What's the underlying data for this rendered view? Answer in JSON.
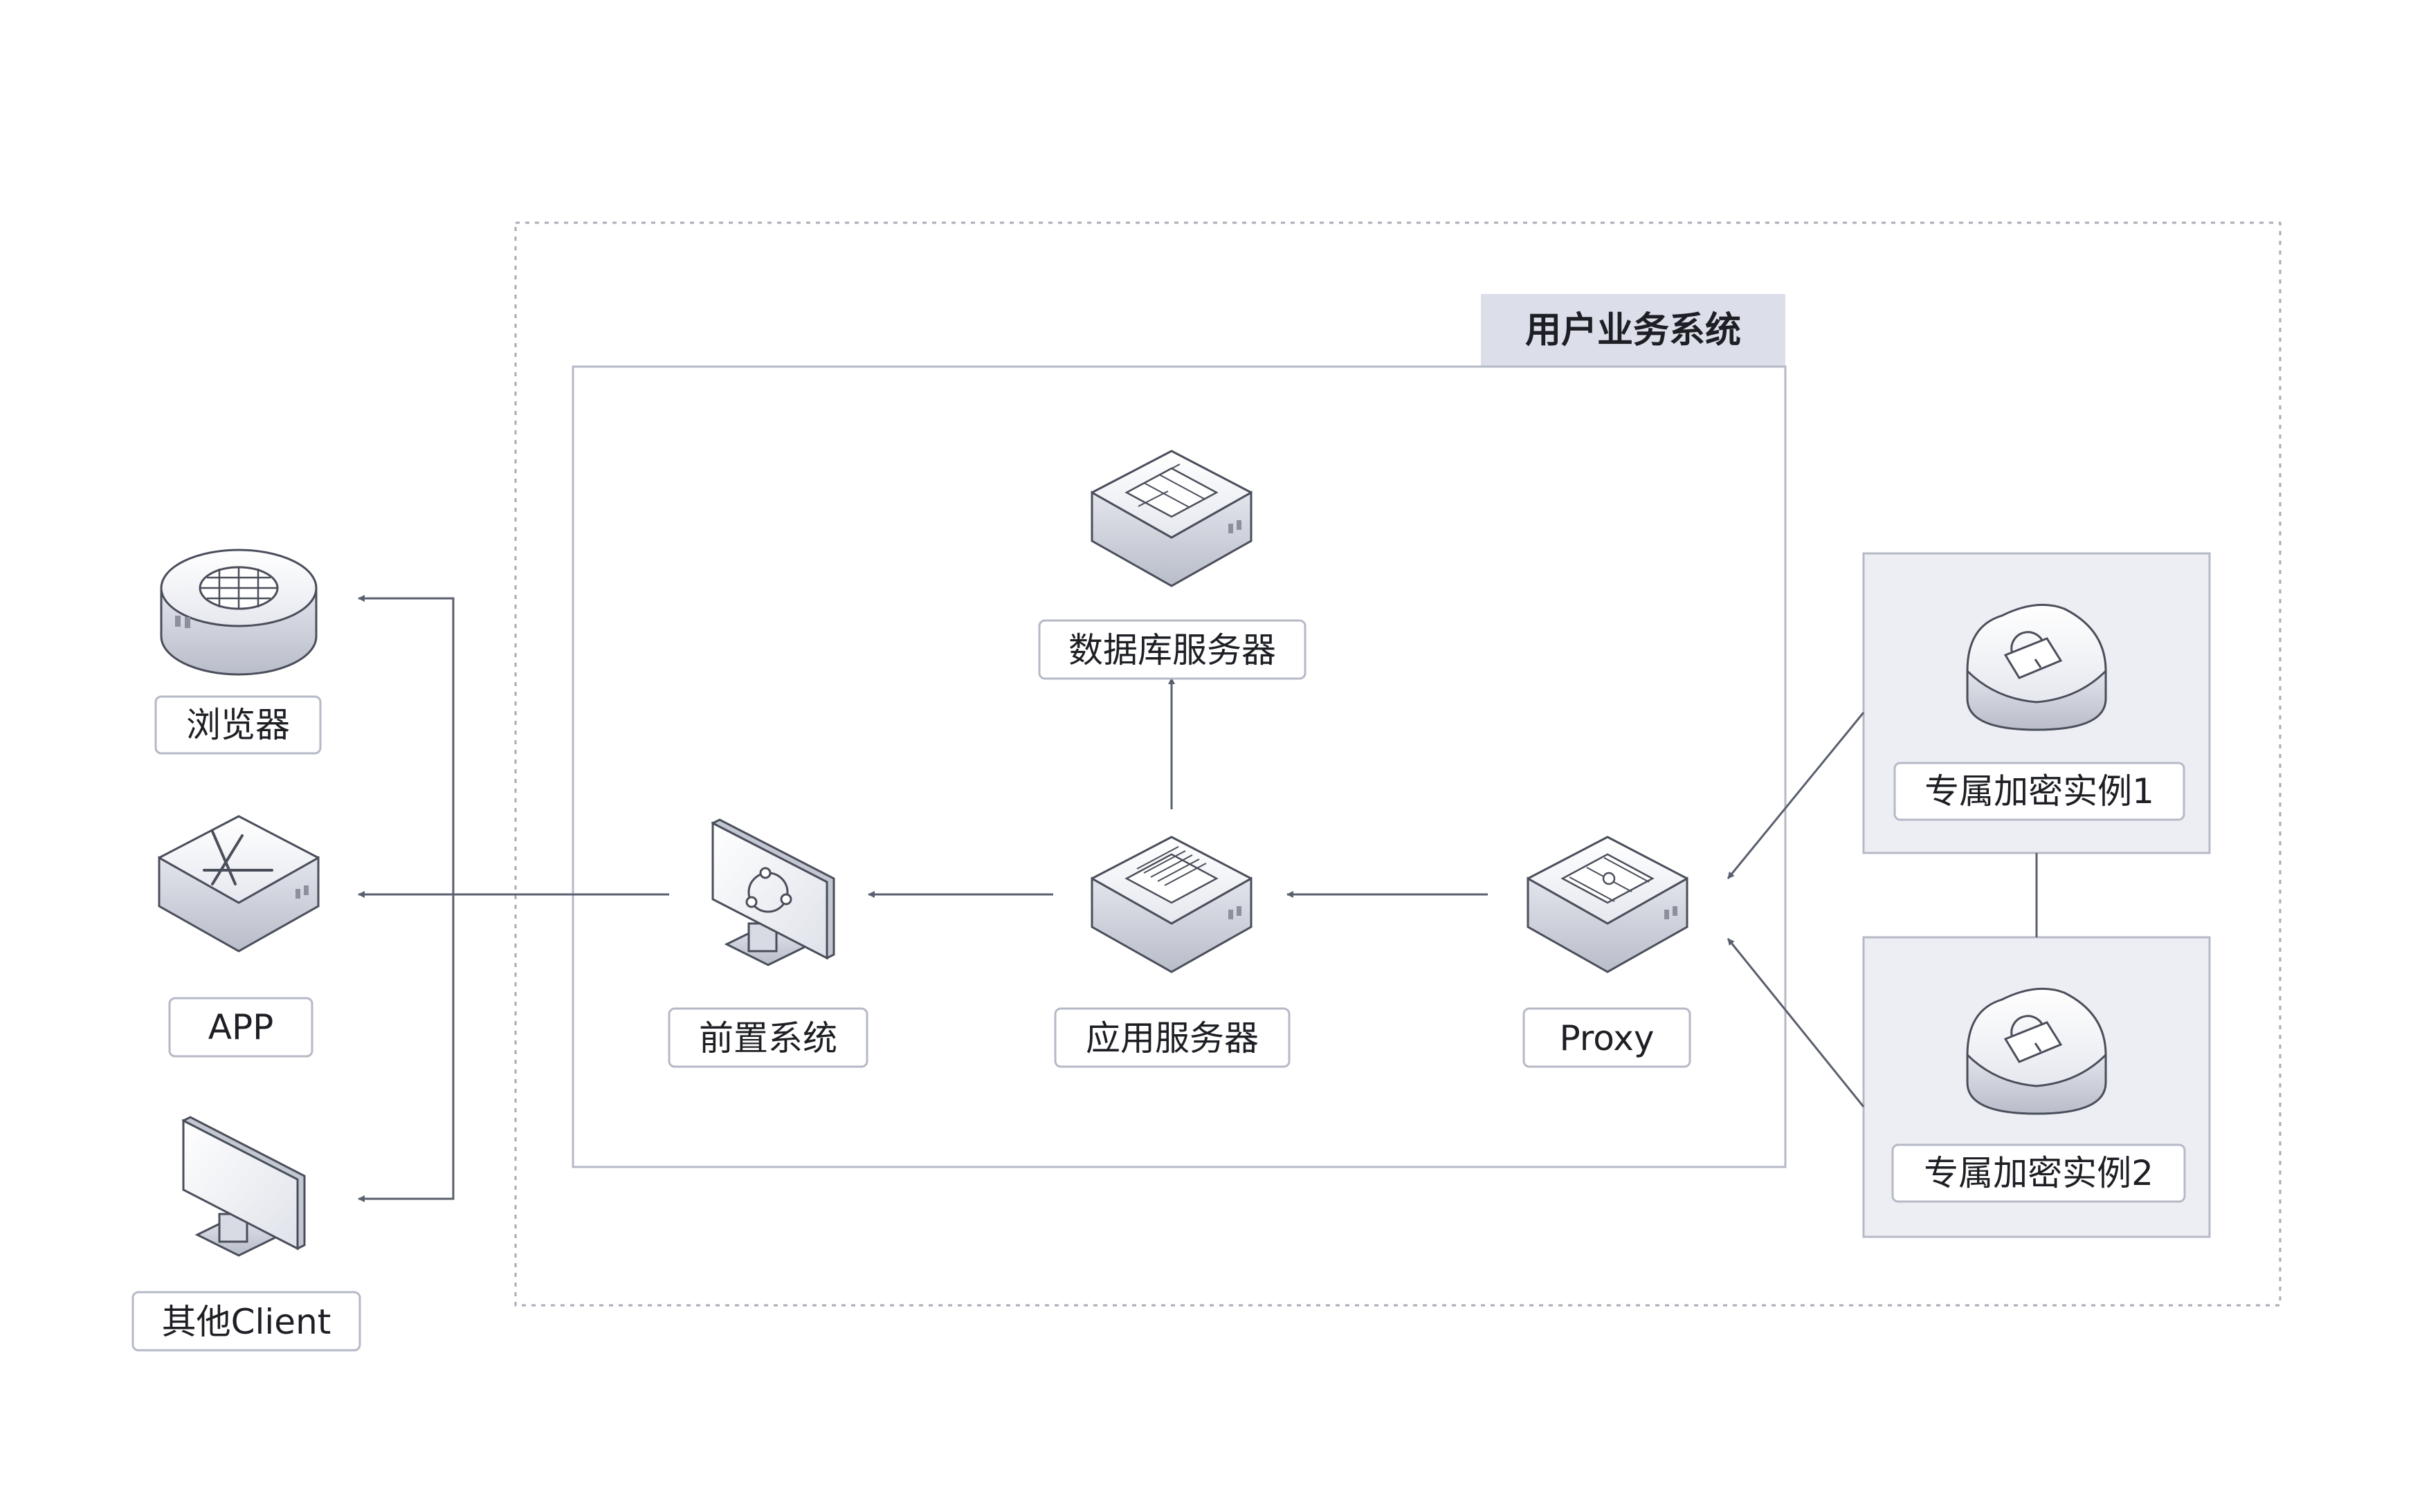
{
  "diagram": {
    "system_title": "用户业务系统",
    "nodes": {
      "browser": {
        "label": "浏览器",
        "icon": "globe-device-icon"
      },
      "app": {
        "label": "APP",
        "icon": "app-store-device-icon"
      },
      "other_client": {
        "label": "其他Client",
        "icon": "monitor-icon"
      },
      "front_system": {
        "label": "前置系统",
        "icon": "monitor-network-icon"
      },
      "app_server": {
        "label": "应用服务器",
        "icon": "server-icon"
      },
      "db_server": {
        "label": "数据库服务器",
        "icon": "database-server-icon"
      },
      "proxy": {
        "label": "Proxy",
        "icon": "proxy-server-icon"
      },
      "hsm1": {
        "label": "专属加密实例1",
        "icon": "shield-lock-icon"
      },
      "hsm2": {
        "label": "专属加密实例2",
        "icon": "shield-lock-icon"
      }
    },
    "colors": {
      "line": "#5a5f6e",
      "box_border": "#b6b9c6",
      "panel_fill": "#eceef4",
      "title_fill": "#dcdfea"
    }
  }
}
